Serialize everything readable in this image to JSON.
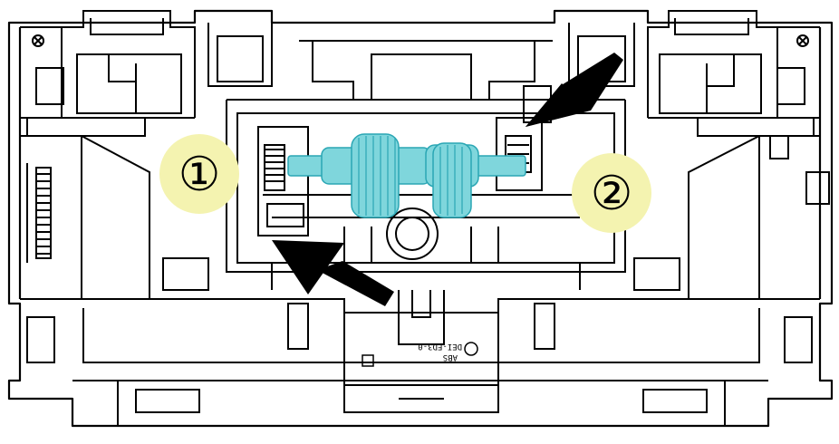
{
  "badges": [
    {
      "label": "①"
    },
    {
      "label": "②"
    }
  ],
  "part_stamp": {
    "line1": "ABS",
    "line2": "DEI-ED3-0"
  },
  "colors": {
    "roller": "#7fd6dc",
    "roller_stroke": "#2aa6b4",
    "badge_fill": "#f4f3b0",
    "arrow": "#000000",
    "line": "#000000"
  },
  "icons": [
    "arrow-icon",
    "arrow-icon"
  ]
}
